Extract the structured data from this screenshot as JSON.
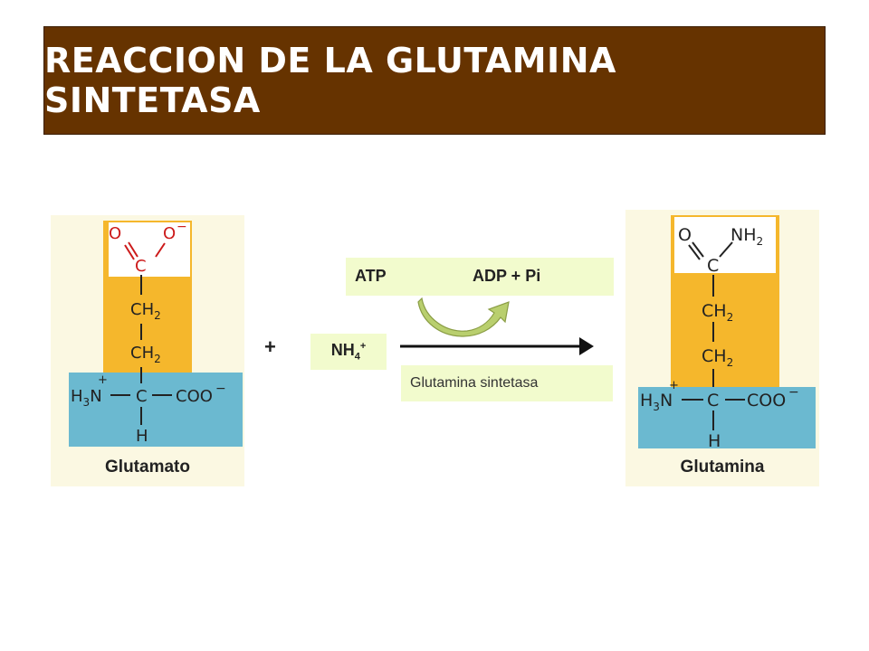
{
  "title": "REACCION DE LA GLUTAMINA SINTETASA",
  "reactant": {
    "name": "Glutamato",
    "top_group": {
      "o_left": "O",
      "o_right": "O",
      "o_right_charge": "−",
      "carbon": "C"
    },
    "chain": [
      "CH",
      "CH"
    ],
    "alpha": {
      "amine": "H",
      "amine_sub": "3",
      "amine_n": "N",
      "plus": "+",
      "carbon": "C",
      "carboxyl": "COO",
      "carboxyl_charge": "−",
      "hydrogen": "H"
    }
  },
  "product": {
    "name": "Glutamina",
    "top_group": {
      "o_left": "O",
      "nh2": "NH",
      "nh2_sub": "2",
      "carbon": "C"
    },
    "chain": [
      "CH",
      "CH"
    ],
    "alpha": {
      "amine": "H",
      "amine_sub": "3",
      "amine_n": "N",
      "plus": "+",
      "carbon": "C",
      "carboxyl": "COO",
      "carboxyl_charge": "−",
      "hydrogen": "H"
    }
  },
  "chain_sub": "2",
  "plus_sign": "+",
  "ammonium": {
    "base": "NH",
    "sub": "4",
    "sup": "+"
  },
  "cofactor": {
    "input": "ATP",
    "output": "ADP  +  Pi"
  },
  "enzyme": "Glutamina sintetasa",
  "colors": {
    "title_bg": "#663300",
    "side_chain": "#f5b72c",
    "backbone": "#6bb9d0",
    "pale_green": "#f2fbcd",
    "curved_arrow": "#b9cf6e",
    "atom_red": "#cc1a1a"
  }
}
